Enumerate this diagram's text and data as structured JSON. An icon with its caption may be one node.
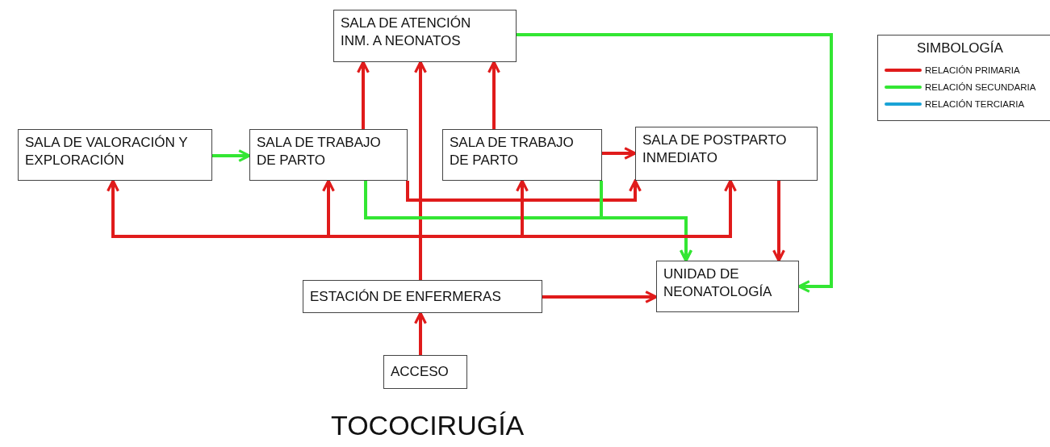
{
  "diagram": {
    "title": "TOCOCIRUGÍA",
    "nodes": [
      {
        "text": [
          "SALA DE ATENCIÓN INM. A NEONATOS"
        ]
      },
      {
        "text": [
          "SALA DE VALORACIÓN Y EXPLORACIÓN"
        ]
      },
      {
        "text": [
          "SALA DE TRABAJO DE PARTO"
        ]
      },
      {
        "text": [
          "SALA DE TRABAJO DE PARTO"
        ]
      },
      {
        "text": [
          "SALA DE POSTPARTO INMEDIATO"
        ]
      },
      {
        "text": [
          "UNIDAD DE NEONATOLOGÍA"
        ]
      },
      {
        "text": [
          "ESTACIÓN DE ENFERMERAS"
        ]
      },
      {
        "text": [
          "ACCESO"
        ]
      }
    ],
    "edges": [
      {
        "from": 2,
        "to": 0,
        "arrow": "to"
      },
      {
        "from": 6,
        "to": 0,
        "arrow": "to"
      },
      {
        "from": 3,
        "to": 0,
        "arrow": "to"
      },
      {
        "from": 0,
        "to": 5,
        "arrow": "to",
        "color": "#33e633"
      },
      {
        "from": 1,
        "to": 2,
        "arrow": "to",
        "color": "#33e633"
      },
      {
        "from": 3,
        "to": 4,
        "arrow": "to"
      },
      {
        "from": 2,
        "to": 4,
        "arrow": "to"
      },
      {
        "from": 2,
        "to": 5,
        "arrow": "to",
        "color": "#33e633"
      },
      {
        "from": 3,
        "to": 5,
        "arrow": "to",
        "color": "#33e633"
      },
      {
        "from": 6,
        "to": 1,
        "arrow": "to"
      },
      {
        "from": 6,
        "to": 2,
        "arrow": "to"
      },
      {
        "from": 6,
        "to": 3,
        "arrow": "to"
      },
      {
        "from": 6,
        "to": 4,
        "arrow": "to"
      },
      {
        "from": 4,
        "to": 5,
        "arrow": "to"
      },
      {
        "from": 6,
        "to": 5,
        "arrow": "to"
      },
      {
        "from": 7,
        "to": 6,
        "arrow": "to"
      }
    ],
    "labels": [
      "SIMBOLOGÍA"
    ],
    "legend": [
      {
        "text": "RELACIÓN PRIMARIA",
        "color": "#e01b1b"
      },
      {
        "text": "RELACIÓN SECUNDARIA",
        "color": "#33e633"
      },
      {
        "text": "RELACIÓN TERCIARIA",
        "color": "#1aa3d6"
      }
    ]
  }
}
